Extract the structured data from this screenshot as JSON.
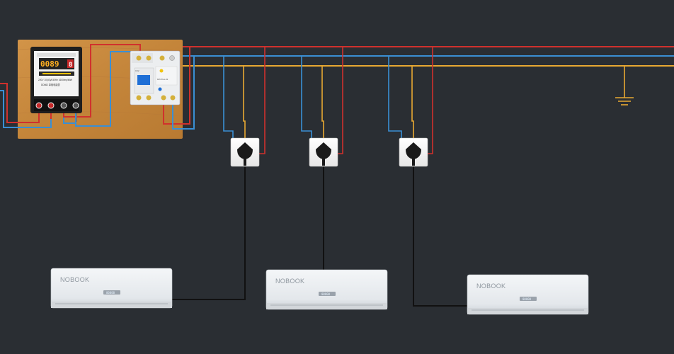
{
  "colors": {
    "background": "#2a2e33",
    "live_wire": "#d0312d",
    "neutral_wire": "#3a8fd4",
    "earth_wire": "#e8a832",
    "cord": "#111111",
    "board": "#c98a3c"
  },
  "meter": {
    "digits": "0089",
    "digit_tenths": "8",
    "line_text": "220V 10(40)A 50Hz 1600imp/kWh",
    "brand_text": "DD862 单相电能表"
  },
  "breaker": {
    "rating_text": "C32",
    "model_text": "DZ47LE-32"
  },
  "air_conditioners": [
    {
      "brand": "NOBOOK",
      "display": "00000"
    },
    {
      "brand": "NOBOOK",
      "display": "00000"
    },
    {
      "brand": "NOBOOK",
      "display": "00000"
    }
  ],
  "sockets": [
    {
      "id": "socket-1"
    },
    {
      "id": "socket-2"
    },
    {
      "id": "socket-3"
    }
  ],
  "ground_symbol": "ground-icon"
}
